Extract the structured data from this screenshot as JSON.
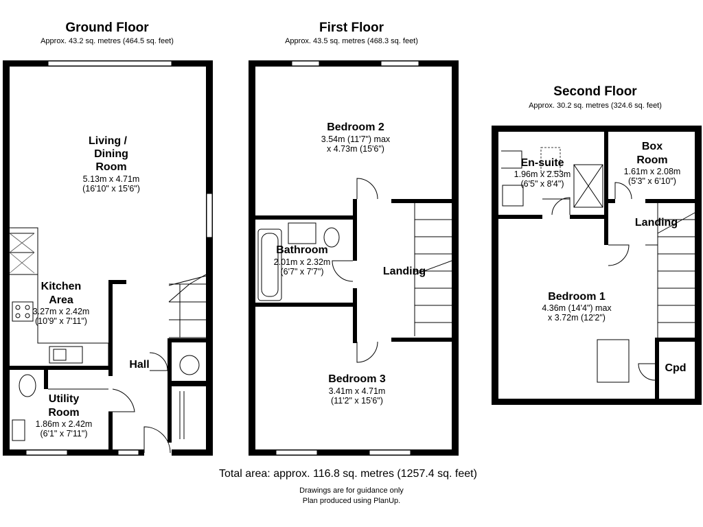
{
  "floors": {
    "ground": {
      "title": "Ground Floor",
      "area": "Approx. 43.2 sq. metres (464.5 sq. feet)",
      "rooms": {
        "living": {
          "name1": "Living /",
          "name2": "Dining",
          "name3": "Room",
          "dim1": "5.13m x 4.71m",
          "dim2": "(16'10\" x 15'6\")"
        },
        "kitchen": {
          "name1": "Kitchen",
          "name2": "Area",
          "dim1": "3.27m x 2.42m",
          "dim2": "(10'9\" x 7'11\")"
        },
        "utility": {
          "name1": "Utility",
          "name2": "Room",
          "dim1": "1.86m x 2.42m",
          "dim2": "(6'1\" x 7'11\")"
        },
        "hall": {
          "name": "Hall"
        }
      }
    },
    "first": {
      "title": "First Floor",
      "area": "Approx. 43.5 sq. metres (468.3 sq. feet)",
      "rooms": {
        "bedroom2": {
          "name": "Bedroom 2",
          "dim1": "3.54m (11'7\") max",
          "dim2": "x 4.73m (15'6\")"
        },
        "bathroom": {
          "name": "Bathroom",
          "dim1": "2.01m x 2.32m",
          "dim2": "(6'7\" x 7'7\")"
        },
        "landing": {
          "name": "Landing"
        },
        "bedroom3": {
          "name": "Bedroom 3",
          "dim1": "3.41m x 4.71m",
          "dim2": "(11'2\" x 15'6\")"
        }
      }
    },
    "second": {
      "title": "Second Floor",
      "area": "Approx. 30.2 sq. metres (324.6 sq. feet)",
      "rooms": {
        "ensuite": {
          "name": "En-suite",
          "dim1": "1.96m x 2.53m",
          "dim2": "(6'5\" x 8'4\")"
        },
        "boxroom": {
          "name1": "Box",
          "name2": "Room",
          "dim1": "1.61m x 2.08m",
          "dim2": "(5'3\" x 6'10\")"
        },
        "landing": {
          "name": "Landing"
        },
        "bedroom1": {
          "name": "Bedroom 1",
          "dim1": "4.36m (14'4\") max",
          "dim2": "x 3.72m (12'2\")"
        },
        "cpd": {
          "name": "Cpd"
        }
      }
    }
  },
  "footer": {
    "total": "Total area: approx. 116.8 sq. metres (1257.4 sq. feet)",
    "note1": "Drawings are for guidance only",
    "note2": "Plan produced using PlanUp."
  }
}
